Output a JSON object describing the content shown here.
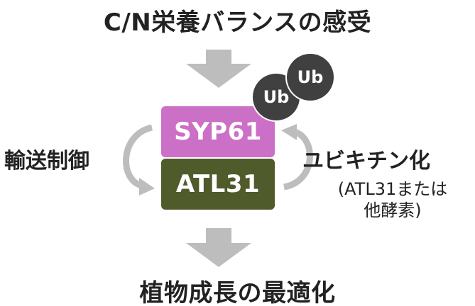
{
  "title_top": "C/N栄養バランスの感受",
  "title_bottom": "植物成長の最適化",
  "box_syp61": {
    "label": "SYP61",
    "color": "#cc6fc6"
  },
  "box_atl31": {
    "label": "ATL31",
    "color": "#4f5b2a"
  },
  "left_label": "輸送制御",
  "right_label": "ユビキチン化",
  "right_sub": {
    "line1": "(ATL31または",
    "line2": "他酵素)"
  },
  "ub_tags": [
    "Ub",
    "Ub"
  ],
  "colors": {
    "ub": "#404040",
    "ub_outline": "#ffffff",
    "arrows": "#bdbdbd",
    "text": "#222222"
  }
}
